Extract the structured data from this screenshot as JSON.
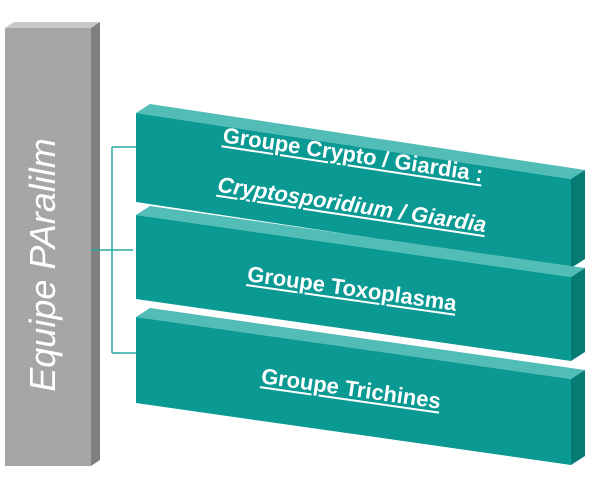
{
  "team": {
    "name": "Equipe PAralilm"
  },
  "groups": [
    {
      "title": "Groupe Crypto / Giardia :",
      "subtitle": "Cryptosporidium / Giardia"
    },
    {
      "title": "Groupe Toxoplasma"
    },
    {
      "title": "Groupe Trichines"
    }
  ],
  "colors": {
    "teal_front": "#0a9a93",
    "teal_top": "#52bdb6",
    "teal_side": "#077a74",
    "gray_front": "#a6a6a6",
    "gray_top": "#c9c9c9",
    "gray_side": "#7f7f7f",
    "connector": "#2aa79f"
  }
}
